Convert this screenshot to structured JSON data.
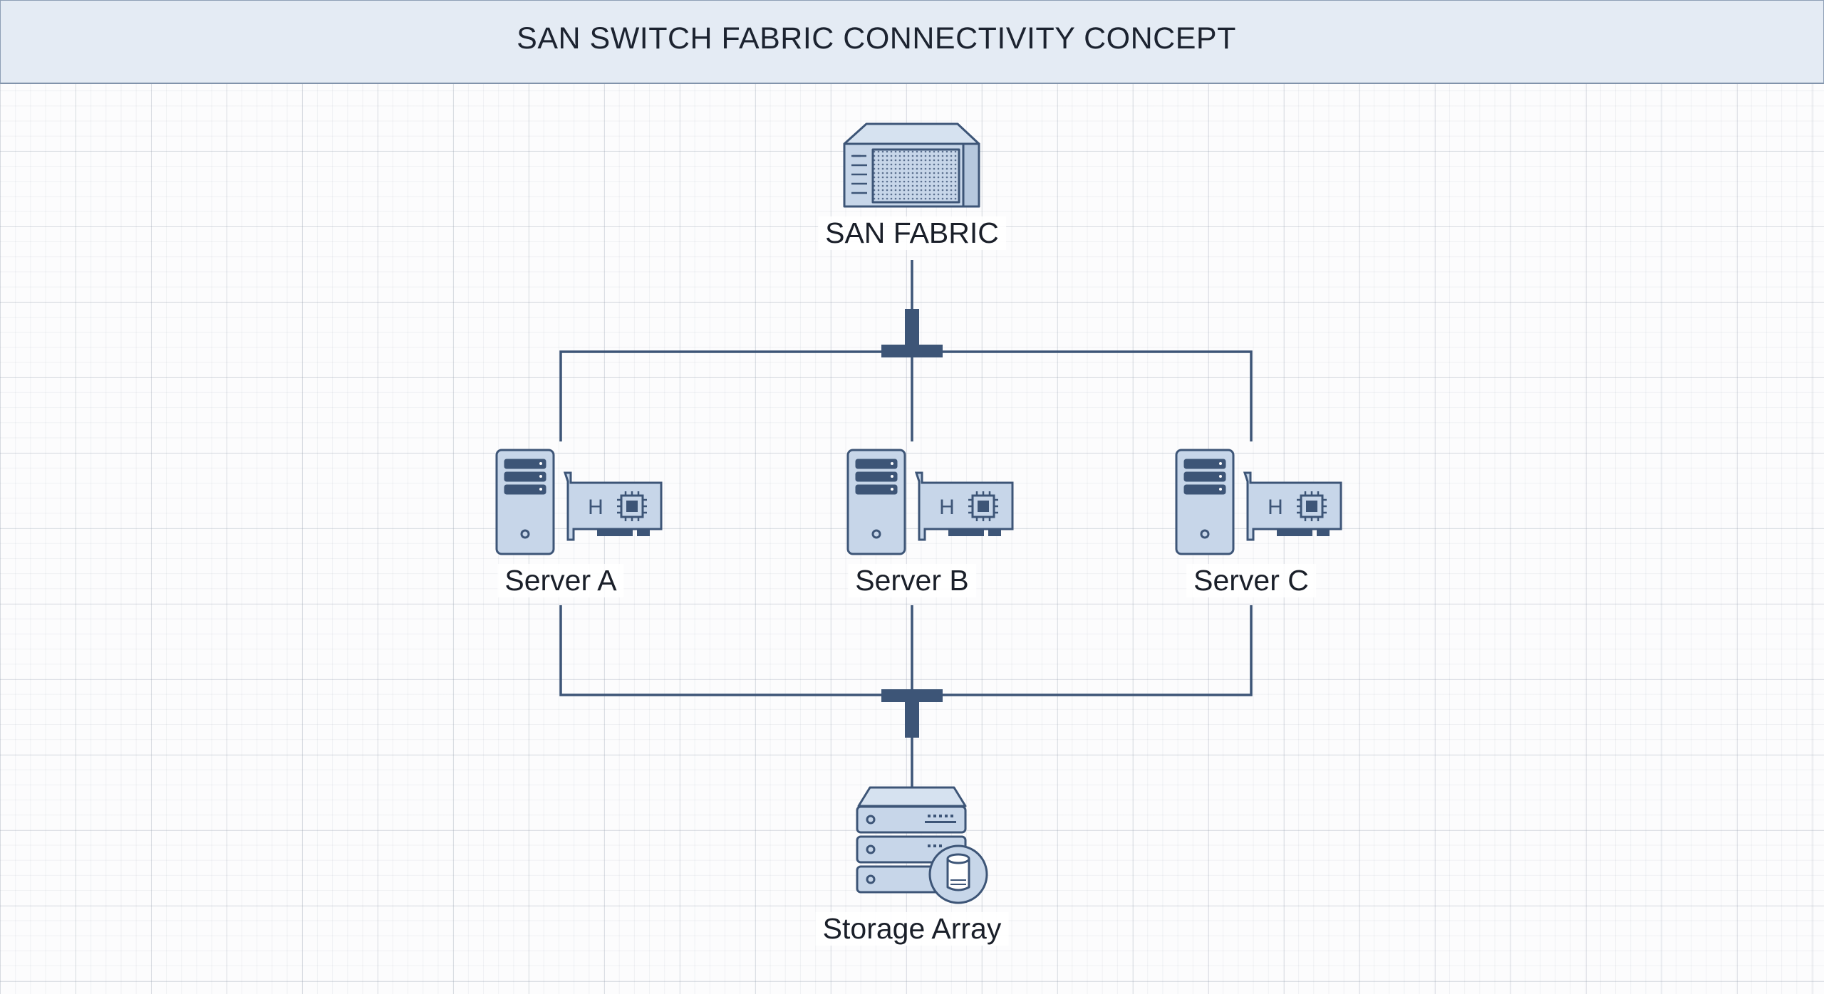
{
  "header": {
    "title": "SAN SWITCH FABRIC CONNECTIVITY CONCEPT"
  },
  "nodes": {
    "san_fabric": {
      "label": "SAN FABRIC",
      "icon": "switch-chassis-icon"
    },
    "server_a": {
      "label": "Server A",
      "icon": "server-tower-icon",
      "card_icon": "hba-card-icon",
      "card_letter": "H"
    },
    "server_b": {
      "label": "Server B",
      "icon": "server-tower-icon",
      "card_icon": "hba-card-icon",
      "card_letter": "H"
    },
    "server_c": {
      "label": "Server C",
      "icon": "server-tower-icon",
      "card_icon": "hba-card-icon",
      "card_letter": "H"
    },
    "storage_array": {
      "label": "Storage Array",
      "icon": "storage-array-icon"
    }
  },
  "colors": {
    "line": "#3d5577",
    "icon_fill": "#c7d6e9",
    "icon_stroke": "#3d5577",
    "header_bg": "#e4ebf4"
  }
}
